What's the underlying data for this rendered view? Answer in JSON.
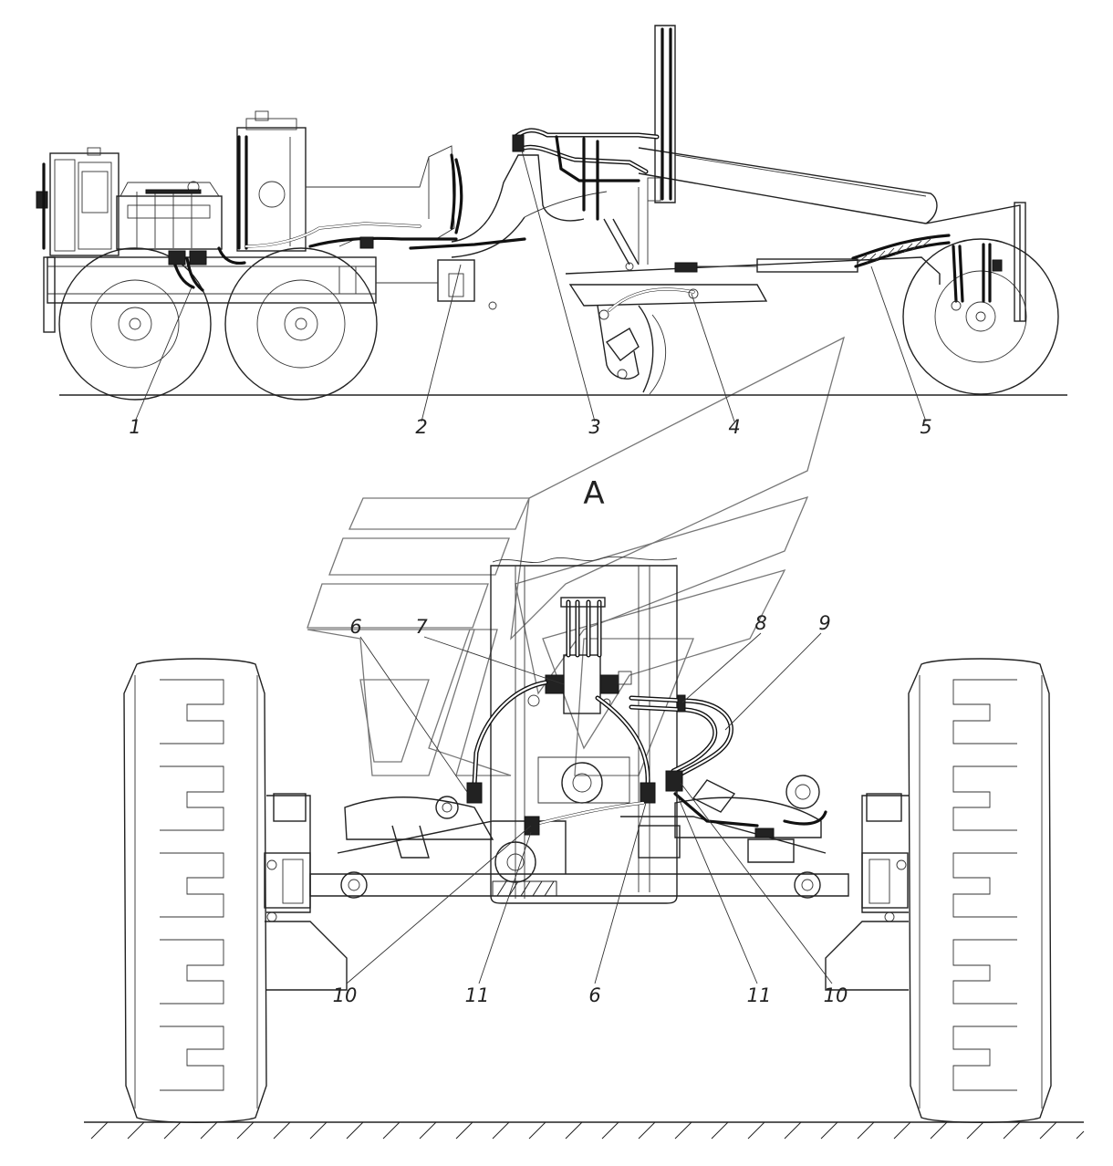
{
  "view_label": "A",
  "top_view_callouts": [
    "1",
    "2",
    "3",
    "4",
    "5"
  ],
  "bottom_view_callouts": [
    "6",
    "7",
    "8",
    "9",
    "10",
    "11",
    "6",
    "11",
    "10"
  ],
  "bottom_view_bottom_callouts": [
    "10",
    "11",
    "6",
    "11",
    "10"
  ]
}
